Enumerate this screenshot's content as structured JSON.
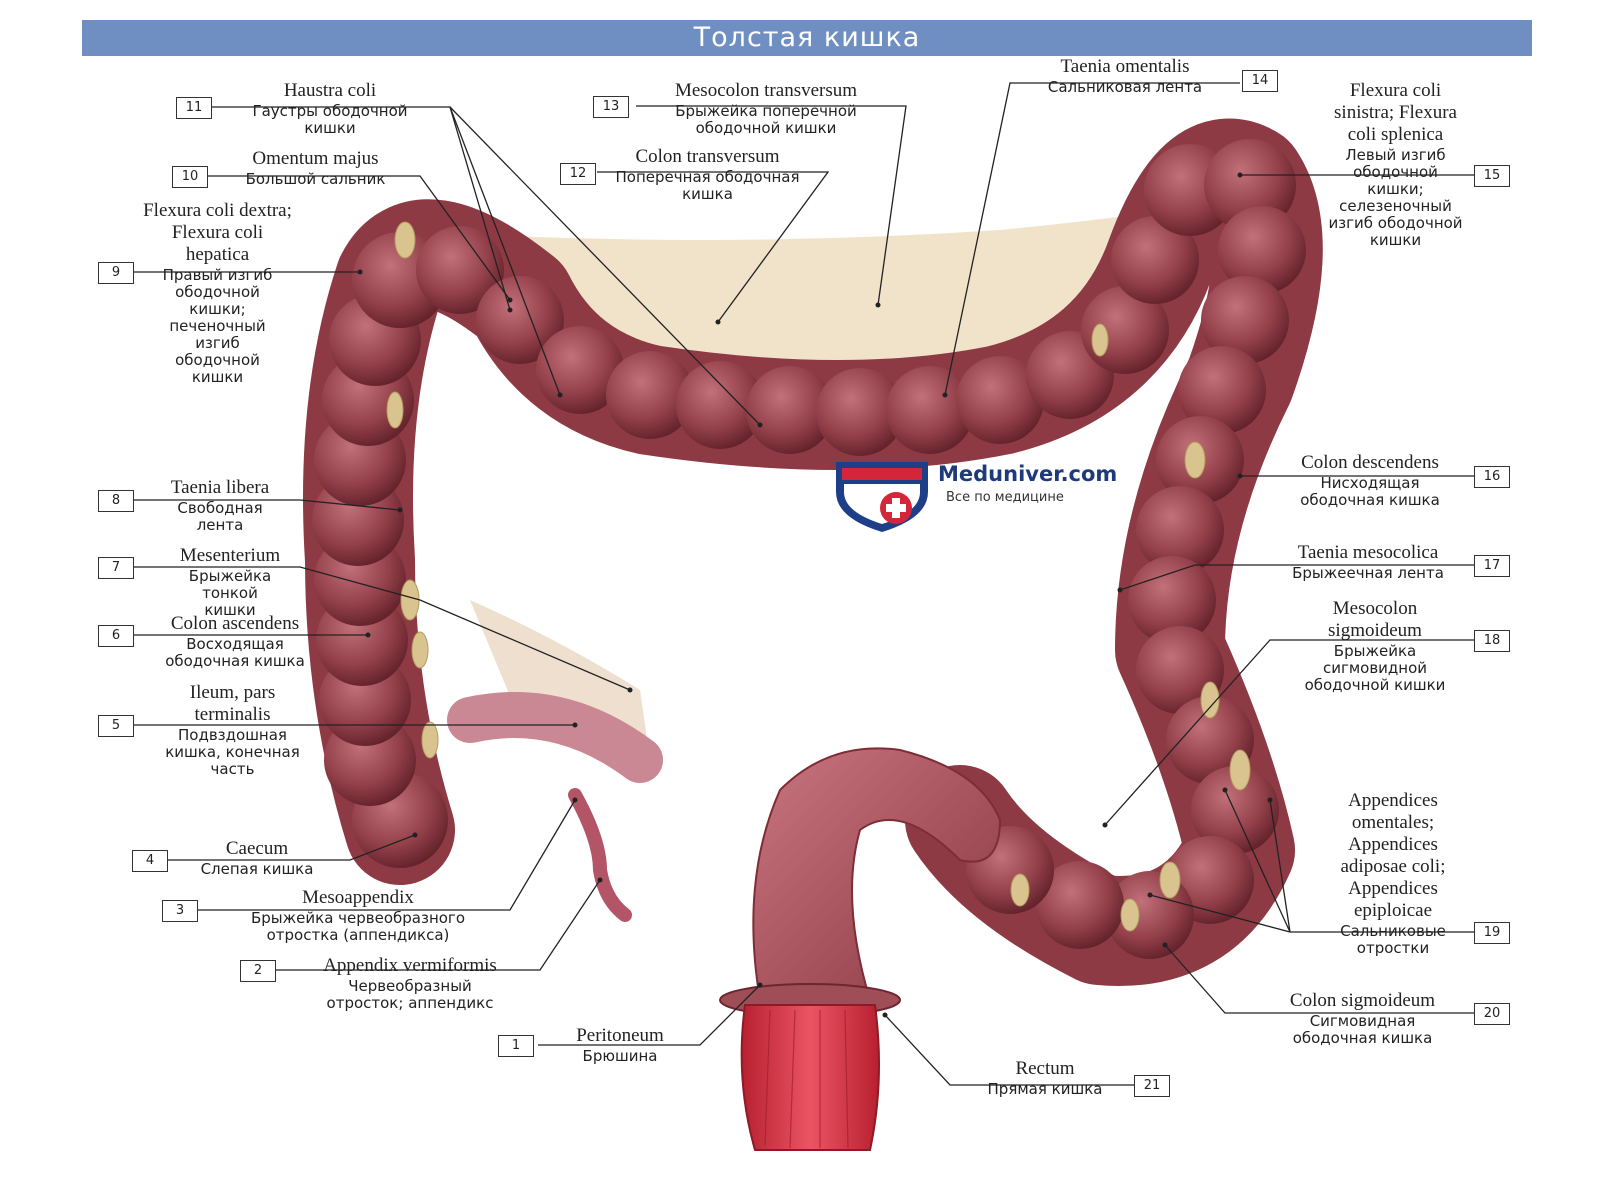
{
  "title": "Толстая кишка",
  "logo": {
    "brand": "Meduniver.com",
    "tagline": "Все по медицине",
    "icon": "shield-cross-logo"
  },
  "colors": {
    "title_bg": "#6f8fc2",
    "colon": "#8e3a44",
    "fat": "#d9c48f",
    "rectum": "#d8374a"
  },
  "labels": {
    "n1": {
      "num": "1",
      "la": "Peritoneum",
      "ru": "Брюшина"
    },
    "n2": {
      "num": "2",
      "la": "Appendix vermiformis",
      "ru": "Червеобразный отросток; аппендикс"
    },
    "n3": {
      "num": "3",
      "la": "Mesoappendix",
      "ru": "Брыжейка червеобразного отростка (аппендикса)"
    },
    "n4": {
      "num": "4",
      "la": "Caecum",
      "ru": "Слепая кишка"
    },
    "n5": {
      "num": "5",
      "la": "Ileum, pars terminalis",
      "ru": "Подвздошная кишка, конечная часть"
    },
    "n6": {
      "num": "6",
      "la": "Colon ascendens",
      "ru": "Восходящая ободочная кишка"
    },
    "n7": {
      "num": "7",
      "la": "Mesenterium",
      "ru": "Брыжейка тонкой кишки"
    },
    "n8": {
      "num": "8",
      "la": "Taenia libera",
      "ru": "Свободная лента"
    },
    "n9": {
      "num": "9",
      "la": "Flexura coli dextra; Flexura coli hepatica",
      "ru": "Правый изгиб ободочной кишки; печеночный изгиб ободочной кишки"
    },
    "n10": {
      "num": "10",
      "la": "Omentum majus",
      "ru": "Большой сальник"
    },
    "n11": {
      "num": "11",
      "la": "Haustra coli",
      "ru": "Гаустры ободочной кишки"
    },
    "n12": {
      "num": "12",
      "la": "Colon transversum",
      "ru": "Поперечная ободочная кишка"
    },
    "n13": {
      "num": "13",
      "la": "Mesocolon transversum",
      "ru": "Брыжейка поперечной ободочной кишки"
    },
    "n14": {
      "num": "14",
      "la": "Taenia omentalis",
      "ru": "Сальниковая лента"
    },
    "n15": {
      "num": "15",
      "la": "Flexura coli sinistra; Flexura coli splenica",
      "ru": "Левый изгиб ободочной кишки; селезеночный изгиб ободочной кишки"
    },
    "n16": {
      "num": "16",
      "la": "Colon descendens",
      "ru": "Нисходящая ободочная кишка"
    },
    "n17": {
      "num": "17",
      "la": "Taenia mesocolica",
      "ru": "Брыжеечная лента"
    },
    "n18": {
      "num": "18",
      "la": "Mesocolon sigmoideum",
      "ru": "Брыжейка сигмовидной ободочной кишки"
    },
    "n19": {
      "num": "19",
      "la": "Appendices omentales; Appendices adiposae coli; Appendices epiploicae",
      "ru": "Сальниковые отростки"
    },
    "n20": {
      "num": "20",
      "la": "Colon sigmoideum",
      "ru": "Сигмовидная ободочная кишка"
    },
    "n21": {
      "num": "21",
      "la": "Rectum",
      "ru": "Прямая кишка"
    }
  }
}
